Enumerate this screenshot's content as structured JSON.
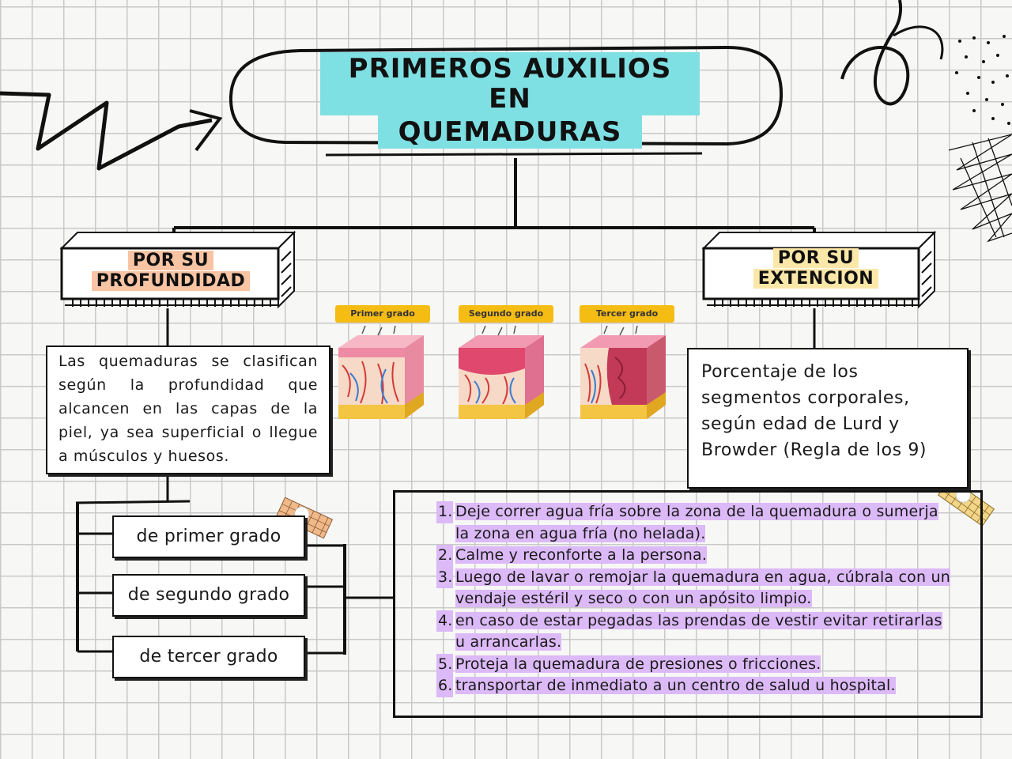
{
  "title": {
    "line1": "PRIMEROS  AUXILIOS  EN",
    "line2": "QUEMADURAS"
  },
  "left_branch": {
    "header_line1": "POR  SU",
    "header_line2": "PROFUNDIDAD",
    "description": "Las quemaduras se clasifican según la profundidad que alcancen en las capas de la piel, ya sea superficial o llegue a músculos y huesos.",
    "grades": [
      "de primer grado",
      "de segundo grado",
      "de tercer grado"
    ]
  },
  "right_branch": {
    "header_line1": "POR  SU",
    "header_line2": "EXTENCION",
    "description": "Porcentaje de los segmentos corporales, según edad de Lurd y Browder (Regla de los 9)"
  },
  "skin_images": {
    "labels": [
      "Primer grado",
      "Segundo grado",
      "Tercer grado"
    ]
  },
  "steps": [
    {
      "num": "1.",
      "text": "Deje correr agua fría sobre la zona de la quemadura o sumerja la zona en agua fría (no helada)."
    },
    {
      "num": "2.",
      "text": "Calme y reconforte a la persona."
    },
    {
      "num": "3.",
      "text": "Luego de lavar o remojar la quemadura en agua, cúbrala con un vendaje estéril y seco o con un apósito limpio."
    },
    {
      "num": "4.",
      "text": "en caso de estar pegadas las prendas de vestir evitar retirarlas u arrancarlas."
    },
    {
      "num": "5.",
      "text": "Proteja la quemadura de presiones o fricciones."
    },
    {
      "num": "6.",
      "text": "transportar de inmediato a un centro de salud u hospital."
    }
  ],
  "colors": {
    "title_highlight": "#7fe0e3",
    "left_header_highlight": "#f8c4a4",
    "right_header_highlight": "#fbe7a8",
    "steps_highlight": "#dcb9f7",
    "image_tag": "#f5bc14"
  }
}
